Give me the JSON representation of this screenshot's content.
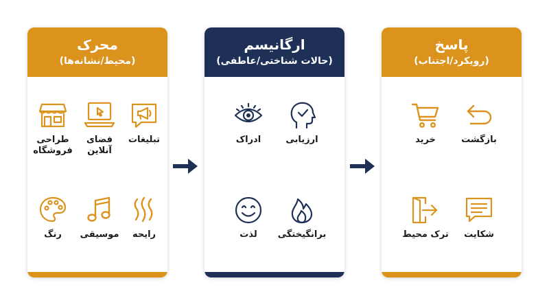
{
  "colors": {
    "accent_orange": "#DC931D",
    "accent_navy": "#1F3057"
  },
  "panels": [
    {
      "title": "محرک",
      "subtitle": "(محیط/نشانه‌ها)",
      "items": [
        {
          "icon": "megaphone-icon",
          "label": "تبلیغات"
        },
        {
          "icon": "laptop-cursor-icon",
          "label": "فضای\nآنلاین"
        },
        {
          "icon": "storefront-icon",
          "label": "طراحی\nفروشگاه"
        },
        {
          "icon": "scent-waves-icon",
          "label": "رایحه"
        },
        {
          "icon": "music-note-icon",
          "label": "موسیقی"
        },
        {
          "icon": "palette-icon",
          "label": "رنگ"
        }
      ]
    },
    {
      "title": "ارگانیسم",
      "subtitle": "(حالات شناختی/عاطفی)",
      "items": [
        {
          "icon": "head-check-icon",
          "label": "ارزیابی"
        },
        {
          "icon": "eye-icon",
          "label": "ادراک"
        },
        {
          "icon": "flame-icon",
          "label": "برانگیختگی"
        },
        {
          "icon": "smiley-icon",
          "label": "لذت"
        }
      ]
    },
    {
      "title": "پاسخ",
      "subtitle": "(رویکرد/اجتناب)",
      "items": [
        {
          "icon": "return-arrow-icon",
          "label": "بازگشت"
        },
        {
          "icon": "shopping-cart-icon",
          "label": "خرید"
        },
        {
          "icon": "complaint-bubble-icon",
          "label": "شکایت"
        },
        {
          "icon": "exit-door-icon",
          "label": "ترک محیط"
        }
      ]
    }
  ]
}
